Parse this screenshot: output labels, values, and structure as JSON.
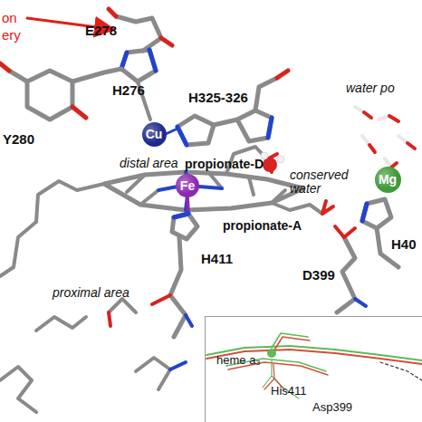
{
  "diagram": {
    "nodes": [
      {
        "text": [
          "Cu"
        ]
      },
      {
        "text": [
          "Fe"
        ]
      },
      {
        "text": [
          "Mg"
        ]
      },
      {
        "text": [
          "heme a₃",
          "His411",
          "Asp399"
        ]
      }
    ],
    "labels": [
      "on",
      "ery",
      "E278",
      "H276",
      "Y280",
      "H325-326",
      "water po",
      "distal area",
      "propionate-D",
      "conserved water",
      "propionate-A",
      "H411",
      "D399",
      "H40",
      "proximal area"
    ]
  }
}
